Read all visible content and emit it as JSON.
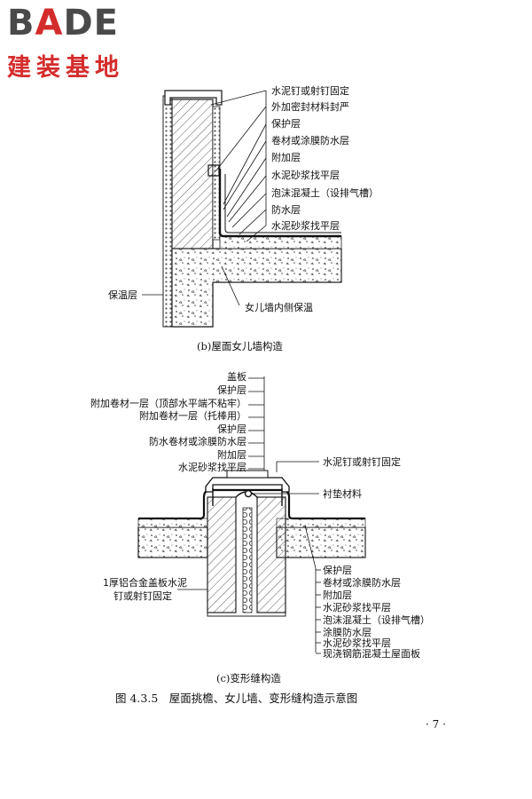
{
  "logo": {
    "brand_pre": "B",
    "brand_a": "A",
    "brand_post": "DE",
    "subtitle": "建装基地"
  },
  "diagram_b": {
    "labels": [
      "水泥钉或射钉固定",
      "外加密封材料封严",
      "保护层",
      "卷材或涂膜防水层",
      "附加层",
      "水泥砂浆找平层",
      "泡沫混凝土（设排气槽）",
      "防水层",
      "水泥砂浆找平层"
    ],
    "left_label": "保温层",
    "bottom_label": "女儿墙内侧保温",
    "caption": "(b)屋面女儿墙构造"
  },
  "diagram_c": {
    "top_labels": [
      "盖板",
      "保护层",
      "附加卷材一层（顶部水平端不粘牢）",
      "附加卷材一层（托棒用）",
      "保护层",
      "防水卷材或涂膜防水层",
      "附加层",
      "水泥砂浆找平层"
    ],
    "right_top_labels": [
      "水泥钉或射钉固定",
      "衬垫材料"
    ],
    "left_labels": [
      "1厚铝合金盖板水泥",
      "钉或射钉固定"
    ],
    "right_bottom_labels": [
      "保护层",
      "卷材或涂膜防水层",
      "附加层",
      "水泥砂浆找平层",
      "泡沫混凝土（设排气槽）",
      "涂膜防水层",
      "水泥砂浆找平层",
      "现浇钢筋混凝土屋面板"
    ],
    "caption": "(c)变形缝构造"
  },
  "figure_title": "图 4.3.5　屋面挑檐、女儿墙、变形缝构造示意图",
  "page_number": "· 7 ·"
}
